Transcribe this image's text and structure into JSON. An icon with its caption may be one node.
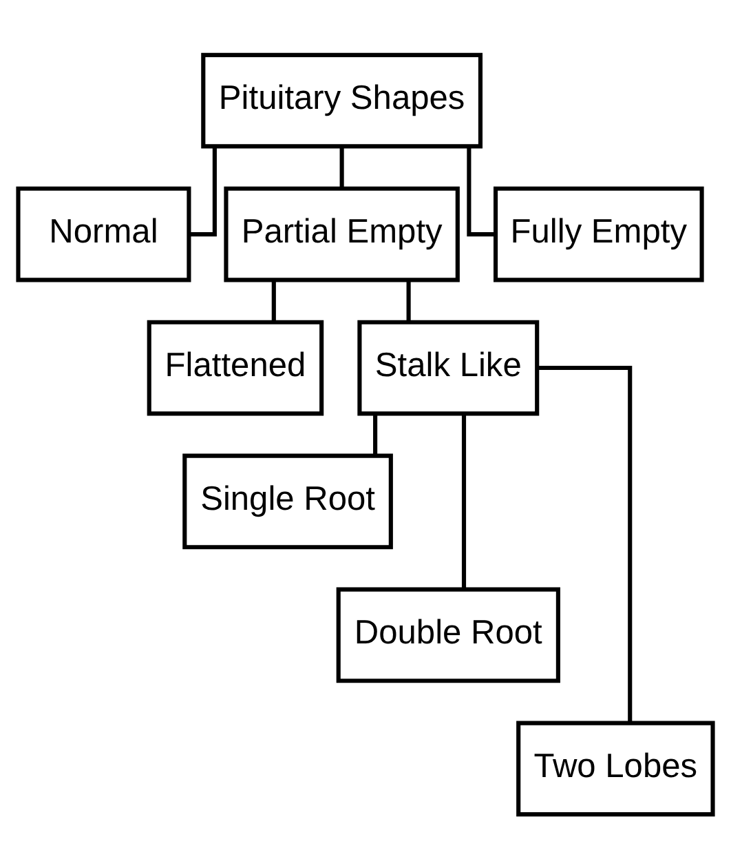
{
  "diagram": {
    "nodes": [
      {
        "text": [
          "Pituitary Shapes"
        ]
      },
      {
        "text": [
          "Normal"
        ]
      },
      {
        "text": [
          "Partial Empty"
        ]
      },
      {
        "text": [
          "Fully Empty"
        ]
      },
      {
        "text": [
          "Flattened"
        ]
      },
      {
        "text": [
          "Stalk Like"
        ]
      },
      {
        "text": [
          "Single Root"
        ]
      },
      {
        "text": [
          "Double Root"
        ]
      },
      {
        "text": [
          "Two Lobes"
        ]
      }
    ],
    "edges": [
      {
        "from": 0,
        "to": 1,
        "arrow": "none"
      },
      {
        "from": 0,
        "to": 2,
        "arrow": "none"
      },
      {
        "from": 0,
        "to": 3,
        "arrow": "none"
      },
      {
        "from": 2,
        "to": 4,
        "arrow": "none"
      },
      {
        "from": 2,
        "to": 5,
        "arrow": "none"
      },
      {
        "from": 5,
        "to": 6,
        "arrow": "none"
      },
      {
        "from": 5,
        "to": 7,
        "arrow": "none"
      },
      {
        "from": 5,
        "to": 8,
        "arrow": "none"
      }
    ]
  }
}
